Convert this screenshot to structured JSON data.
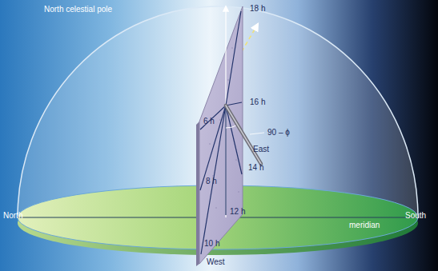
{
  "diagram": {
    "labels": [
      "North celestial pole",
      "18 h",
      "16 h",
      "90 – ϕ",
      "East",
      "6 h",
      "14 h",
      "8 h",
      "North",
      "12 h",
      "meridian",
      "South",
      "10 h",
      "West"
    ]
  }
}
